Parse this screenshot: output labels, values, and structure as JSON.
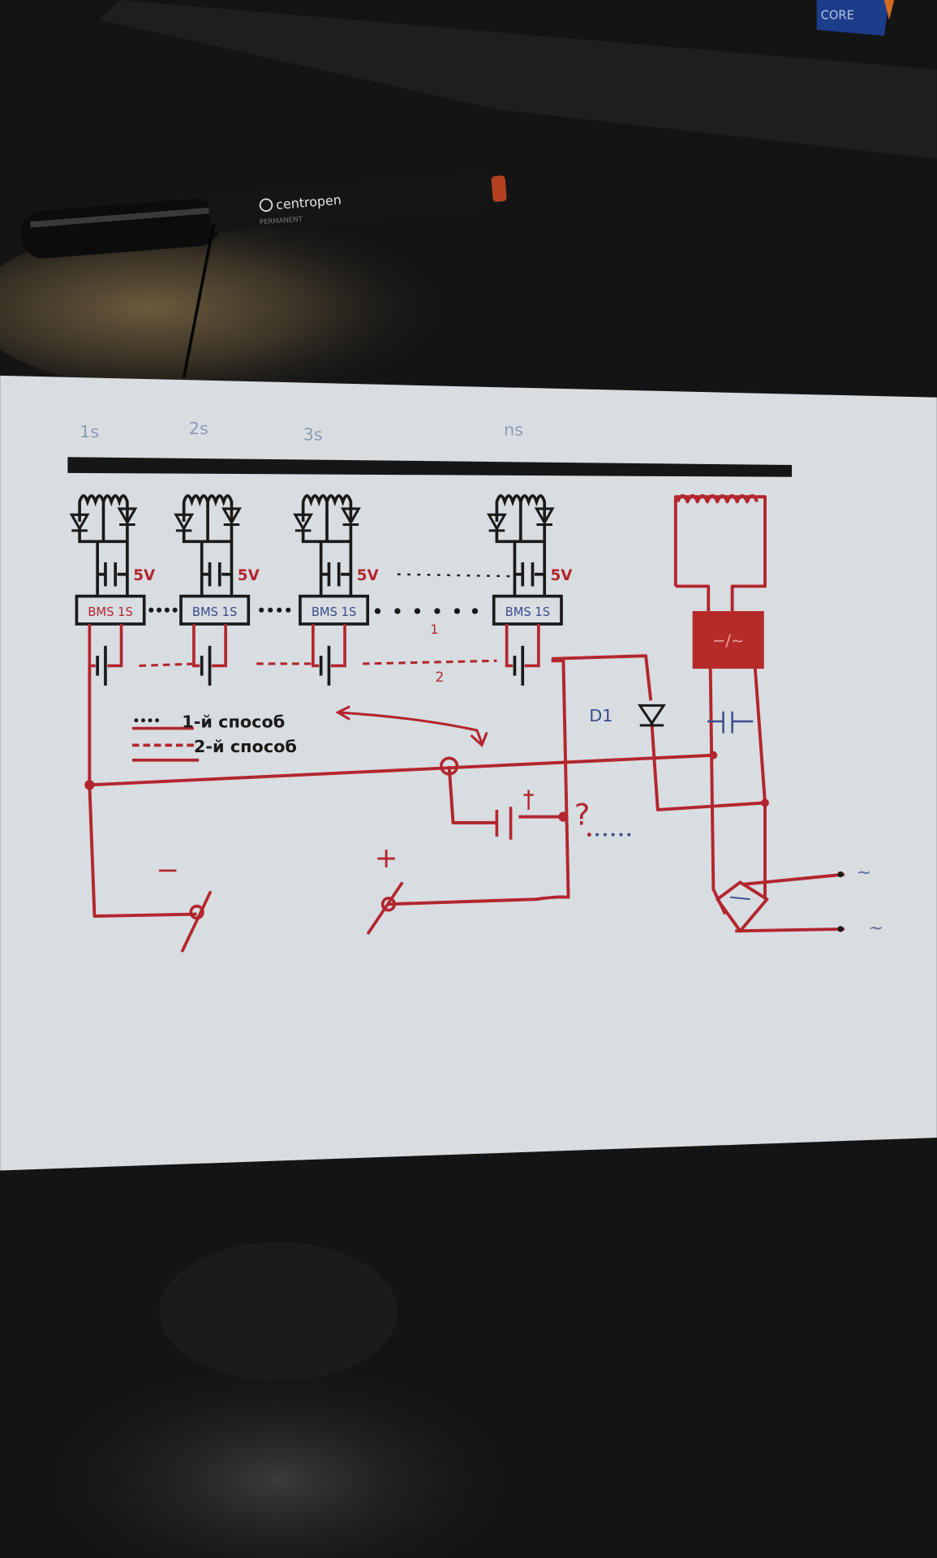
{
  "photo": {
    "sticker_text": "CORE",
    "pen_brand": "centropen",
    "pen_subtext": "PERMANENT"
  },
  "diagram": {
    "cell_labels": [
      "1s",
      "2s",
      "3s",
      "ns"
    ],
    "bms_labels": [
      "BMS 1S",
      "BMS 1S",
      "BMS 1S",
      "BMS 1S"
    ],
    "voltage_label": "5V",
    "method_markers": {
      "one": "1",
      "two": "2"
    },
    "legend": [
      {
        "label": "1-й способ"
      },
      {
        "label": "2-й способ"
      }
    ],
    "minus_terminal": "−",
    "plus_terminal": "+",
    "question_mark": "?",
    "diode_label": "D1",
    "converter_label": "−/~",
    "ac_symbol": "~"
  },
  "colors": {
    "paper": "#d9dee3",
    "red_ink": "#b3262d",
    "black_ink": "#1a1a1a",
    "blue_ink": "#3a4a8a"
  }
}
